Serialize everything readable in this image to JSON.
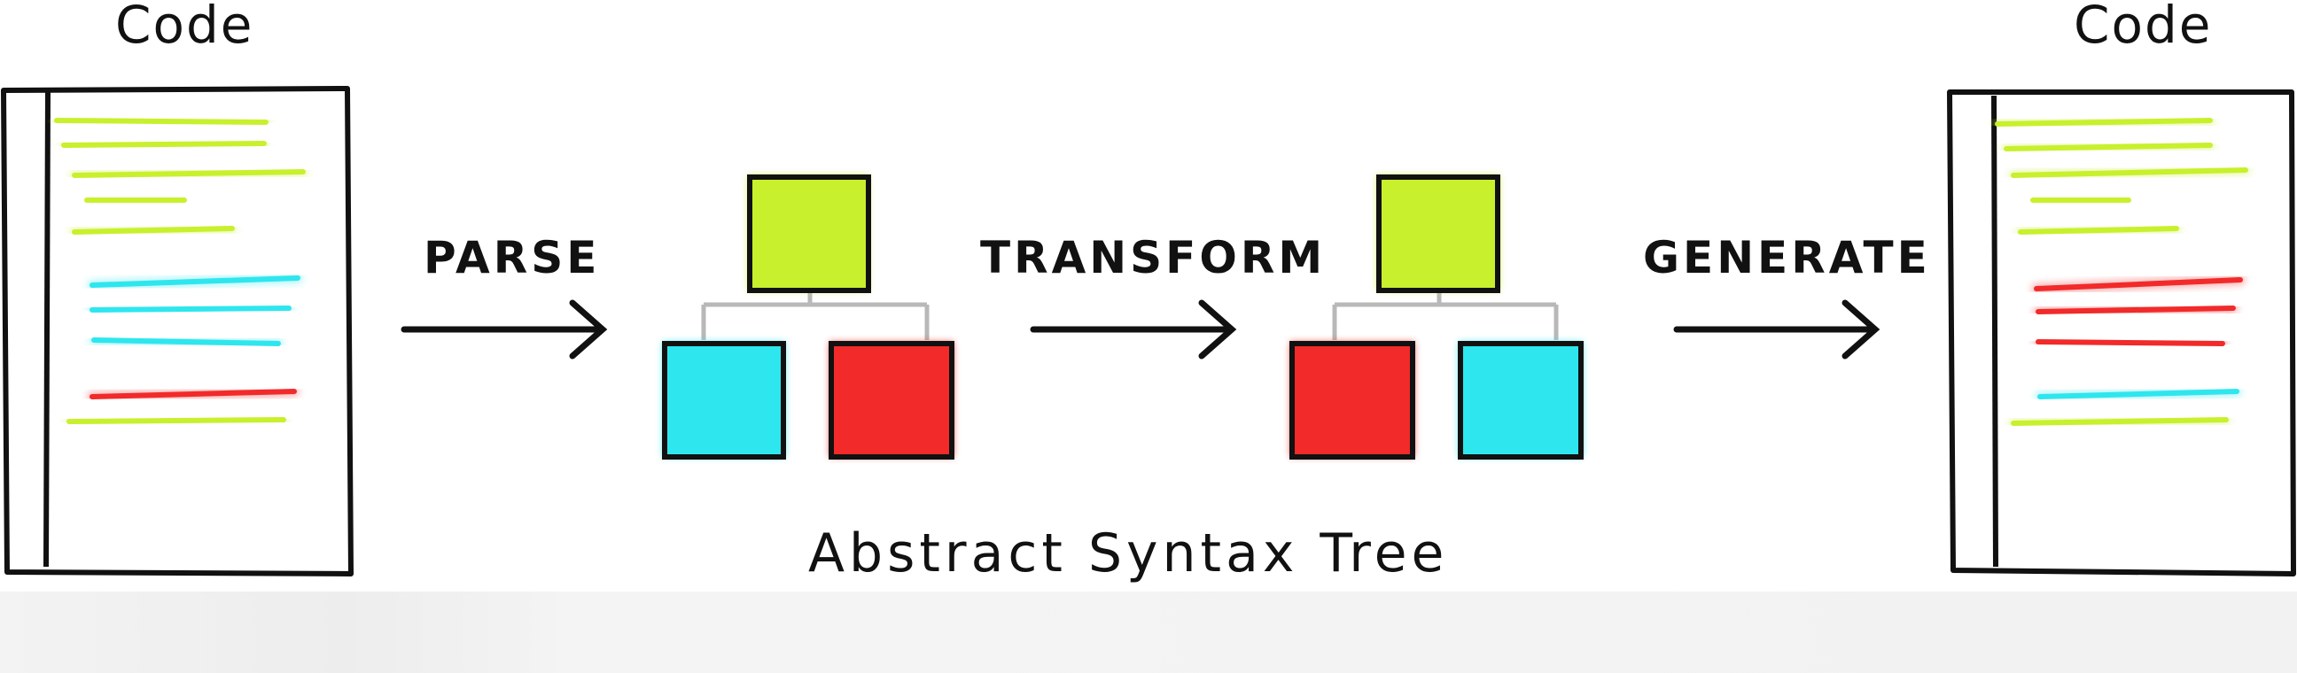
{
  "labels": {
    "left_code_title": "Code",
    "right_code_title": "Code",
    "parse": "PARSE",
    "transform": "TRANSFORM",
    "generate": "GENERATE",
    "ast_caption": "Abstract Syntax Tree"
  },
  "colors": {
    "green": "#c8f02c",
    "cyan": "#2ee6ee",
    "red": "#f22a2a",
    "ink": "#111111",
    "connector": "#b8b8b8"
  },
  "left_document_lines": [
    "green",
    "green",
    "green",
    "green",
    "green",
    "cyan",
    "cyan",
    "cyan",
    "red",
    "green"
  ],
  "right_document_lines": [
    "green",
    "green",
    "green",
    "green",
    "green",
    "red",
    "red",
    "red",
    "cyan",
    "green"
  ],
  "ast_before": {
    "root": "green",
    "children": [
      "cyan",
      "red"
    ]
  },
  "ast_after": {
    "root": "green",
    "children": [
      "red",
      "cyan"
    ]
  }
}
